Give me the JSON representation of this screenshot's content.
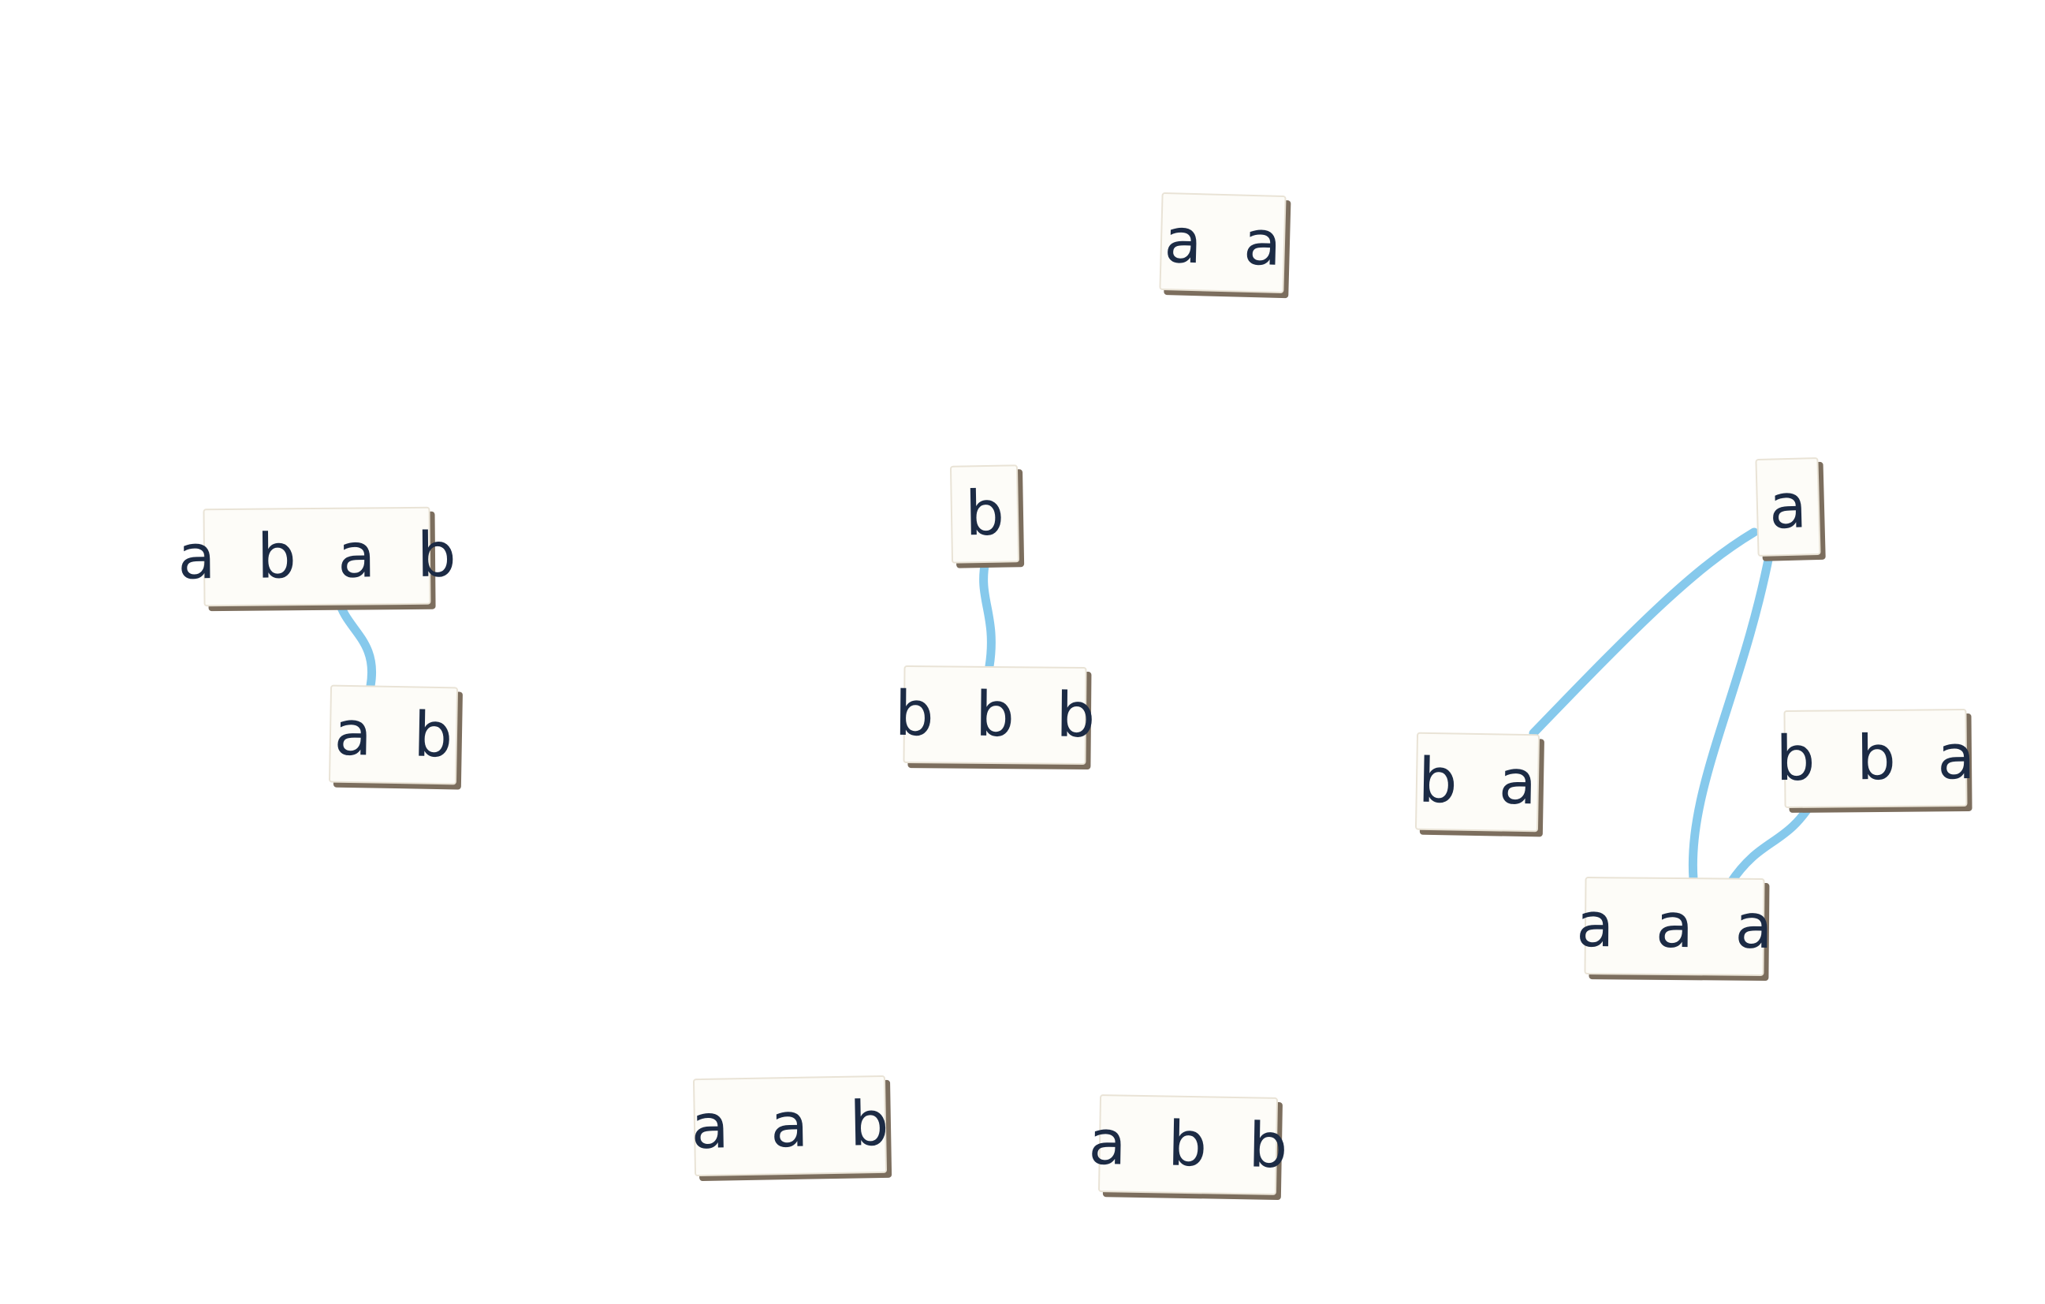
{
  "tiles": [
    {
      "id": "aa",
      "label": "a a"
    },
    {
      "id": "abab",
      "label": "a b a b"
    },
    {
      "id": "ab",
      "label": "a b"
    },
    {
      "id": "b",
      "label": "b"
    },
    {
      "id": "bbb",
      "label": "b b b"
    },
    {
      "id": "a",
      "label": "a"
    },
    {
      "id": "ba",
      "label": "b a"
    },
    {
      "id": "bba",
      "label": "b b a"
    },
    {
      "id": "aaa",
      "label": "a a a"
    },
    {
      "id": "aab",
      "label": "a a b"
    },
    {
      "id": "abb",
      "label": "a b b"
    }
  ],
  "links": [
    {
      "from": "abab",
      "to": "ab"
    },
    {
      "from": "b",
      "to": "bbb"
    },
    {
      "from": "a",
      "to": "ba"
    },
    {
      "from": "a",
      "to": "aaa"
    },
    {
      "from": "bba",
      "to": "aaa"
    }
  ],
  "colors": {
    "link": "#86c9ec",
    "tile_face": "#fdfcf8",
    "tile_shadow": "#7c6e5e",
    "letter": "#1c2b45"
  }
}
